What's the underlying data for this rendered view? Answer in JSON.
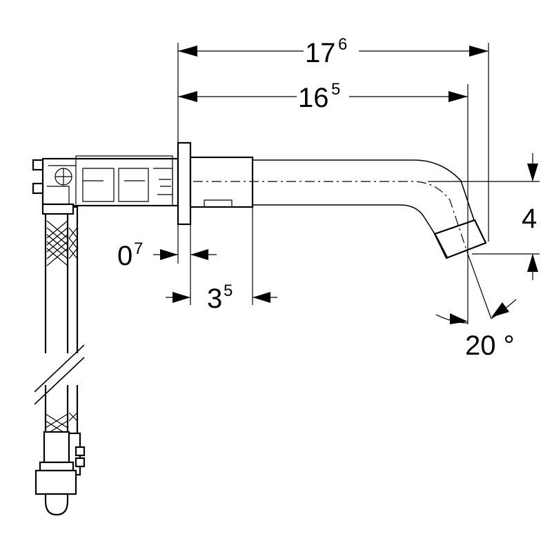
{
  "dimensions": {
    "total_length": {
      "main": "17",
      "sup": "6"
    },
    "spout_length": {
      "main": "16",
      "sup": "5"
    },
    "flange_thickness": {
      "main": "0",
      "sup": "7"
    },
    "sleeve_length": {
      "main": "3",
      "sup": "5"
    },
    "drop_height": {
      "main": "4"
    },
    "angle": {
      "main": "20 °"
    }
  },
  "colors": {
    "line": "#000000",
    "background": "#ffffff"
  }
}
